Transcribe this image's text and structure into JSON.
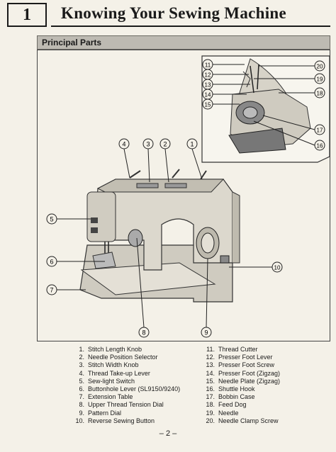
{
  "header": {
    "chapter_number": "1",
    "title": "Knowing Your Sewing Machine"
  },
  "section": {
    "title": "Principal Parts"
  },
  "callouts": [
    "1",
    "2",
    "3",
    "4",
    "5",
    "6",
    "7",
    "8",
    "9",
    "10",
    "11",
    "12",
    "13",
    "14",
    "15",
    "16",
    "17",
    "18",
    "19",
    "20"
  ],
  "parts_left": [
    {
      "num": "1.",
      "label": "Stitch Length Knob"
    },
    {
      "num": "2.",
      "label": "Needle Position Selector"
    },
    {
      "num": "3.",
      "label": "Stitch Width Knob"
    },
    {
      "num": "4.",
      "label": "Thread Take-up Lever"
    },
    {
      "num": "5.",
      "label": "Sew-light Switch"
    },
    {
      "num": "6.",
      "label": "Buttonhole Lever (SL9150/9240)"
    },
    {
      "num": "7.",
      "label": "Extension Table"
    },
    {
      "num": "8.",
      "label": "Upper Thread Tension Dial"
    },
    {
      "num": "9.",
      "label": "Pattern Dial"
    },
    {
      "num": "10.",
      "label": "Reverse Sewing Button"
    }
  ],
  "parts_right": [
    {
      "num": "11.",
      "label": "Thread Cutter"
    },
    {
      "num": "12.",
      "label": "Presser Foot Lever"
    },
    {
      "num": "13.",
      "label": "Presser Foot Screw"
    },
    {
      "num": "14.",
      "label": "Presser Foot (Zigzag)"
    },
    {
      "num": "15.",
      "label": "Needle Plate (Zigzag)"
    },
    {
      "num": "16.",
      "label": "Shuttle Hook"
    },
    {
      "num": "17.",
      "label": "Bobbin Case"
    },
    {
      "num": "18.",
      "label": "Feed Dog"
    },
    {
      "num": "19.",
      "label": "Needle"
    },
    {
      "num": "20.",
      "label": "Needle Clamp Screw"
    }
  ],
  "page_number": "– 2 –"
}
